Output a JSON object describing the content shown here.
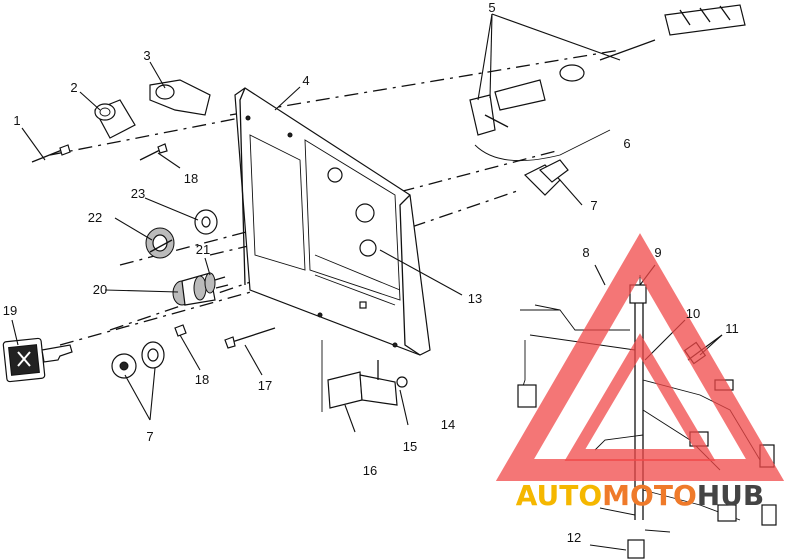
{
  "callouts": [
    {
      "id": "1",
      "label": "1"
    },
    {
      "id": "2",
      "label": "2"
    },
    {
      "id": "3",
      "label": "3"
    },
    {
      "id": "4",
      "label": "4"
    },
    {
      "id": "5",
      "label": "5"
    },
    {
      "id": "6",
      "label": "6"
    },
    {
      "id": "7a",
      "label": "7"
    },
    {
      "id": "7b",
      "label": "7"
    },
    {
      "id": "8",
      "label": "8"
    },
    {
      "id": "9",
      "label": "9"
    },
    {
      "id": "10",
      "label": "10"
    },
    {
      "id": "11",
      "label": "11"
    },
    {
      "id": "12",
      "label": "12"
    },
    {
      "id": "13",
      "label": "13"
    },
    {
      "id": "14",
      "label": "14"
    },
    {
      "id": "15",
      "label": "15"
    },
    {
      "id": "16",
      "label": "16"
    },
    {
      "id": "17",
      "label": "17"
    },
    {
      "id": "18a",
      "label": "18"
    },
    {
      "id": "18b",
      "label": "18"
    },
    {
      "id": "19",
      "label": "19"
    },
    {
      "id": "20",
      "label": "20"
    },
    {
      "id": "21",
      "label": "21"
    },
    {
      "id": "22",
      "label": "22"
    },
    {
      "id": "23",
      "label": "23"
    }
  ],
  "watermark": {
    "part1": "AUTO",
    "part2": "MOTO",
    "part3": "HUB",
    "color_triangle": "#f04848",
    "color_text1": "#f5b700",
    "color_text2": "#ef7a2a",
    "color_text3": "#444444"
  }
}
